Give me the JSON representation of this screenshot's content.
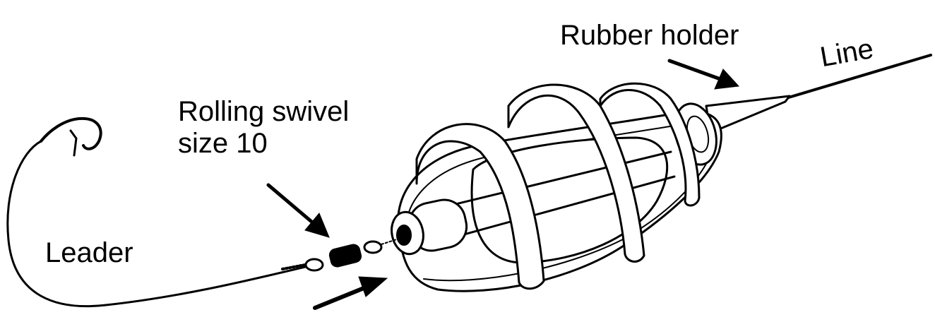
{
  "labels": {
    "rubber_holder": "Rubber holder",
    "line": "Line",
    "rolling_swivel_line1": "Rolling swivel",
    "rolling_swivel_line2": "size 10",
    "leader": "Leader"
  },
  "colors": {
    "ink": "#000000",
    "paper": "#ffffff"
  }
}
